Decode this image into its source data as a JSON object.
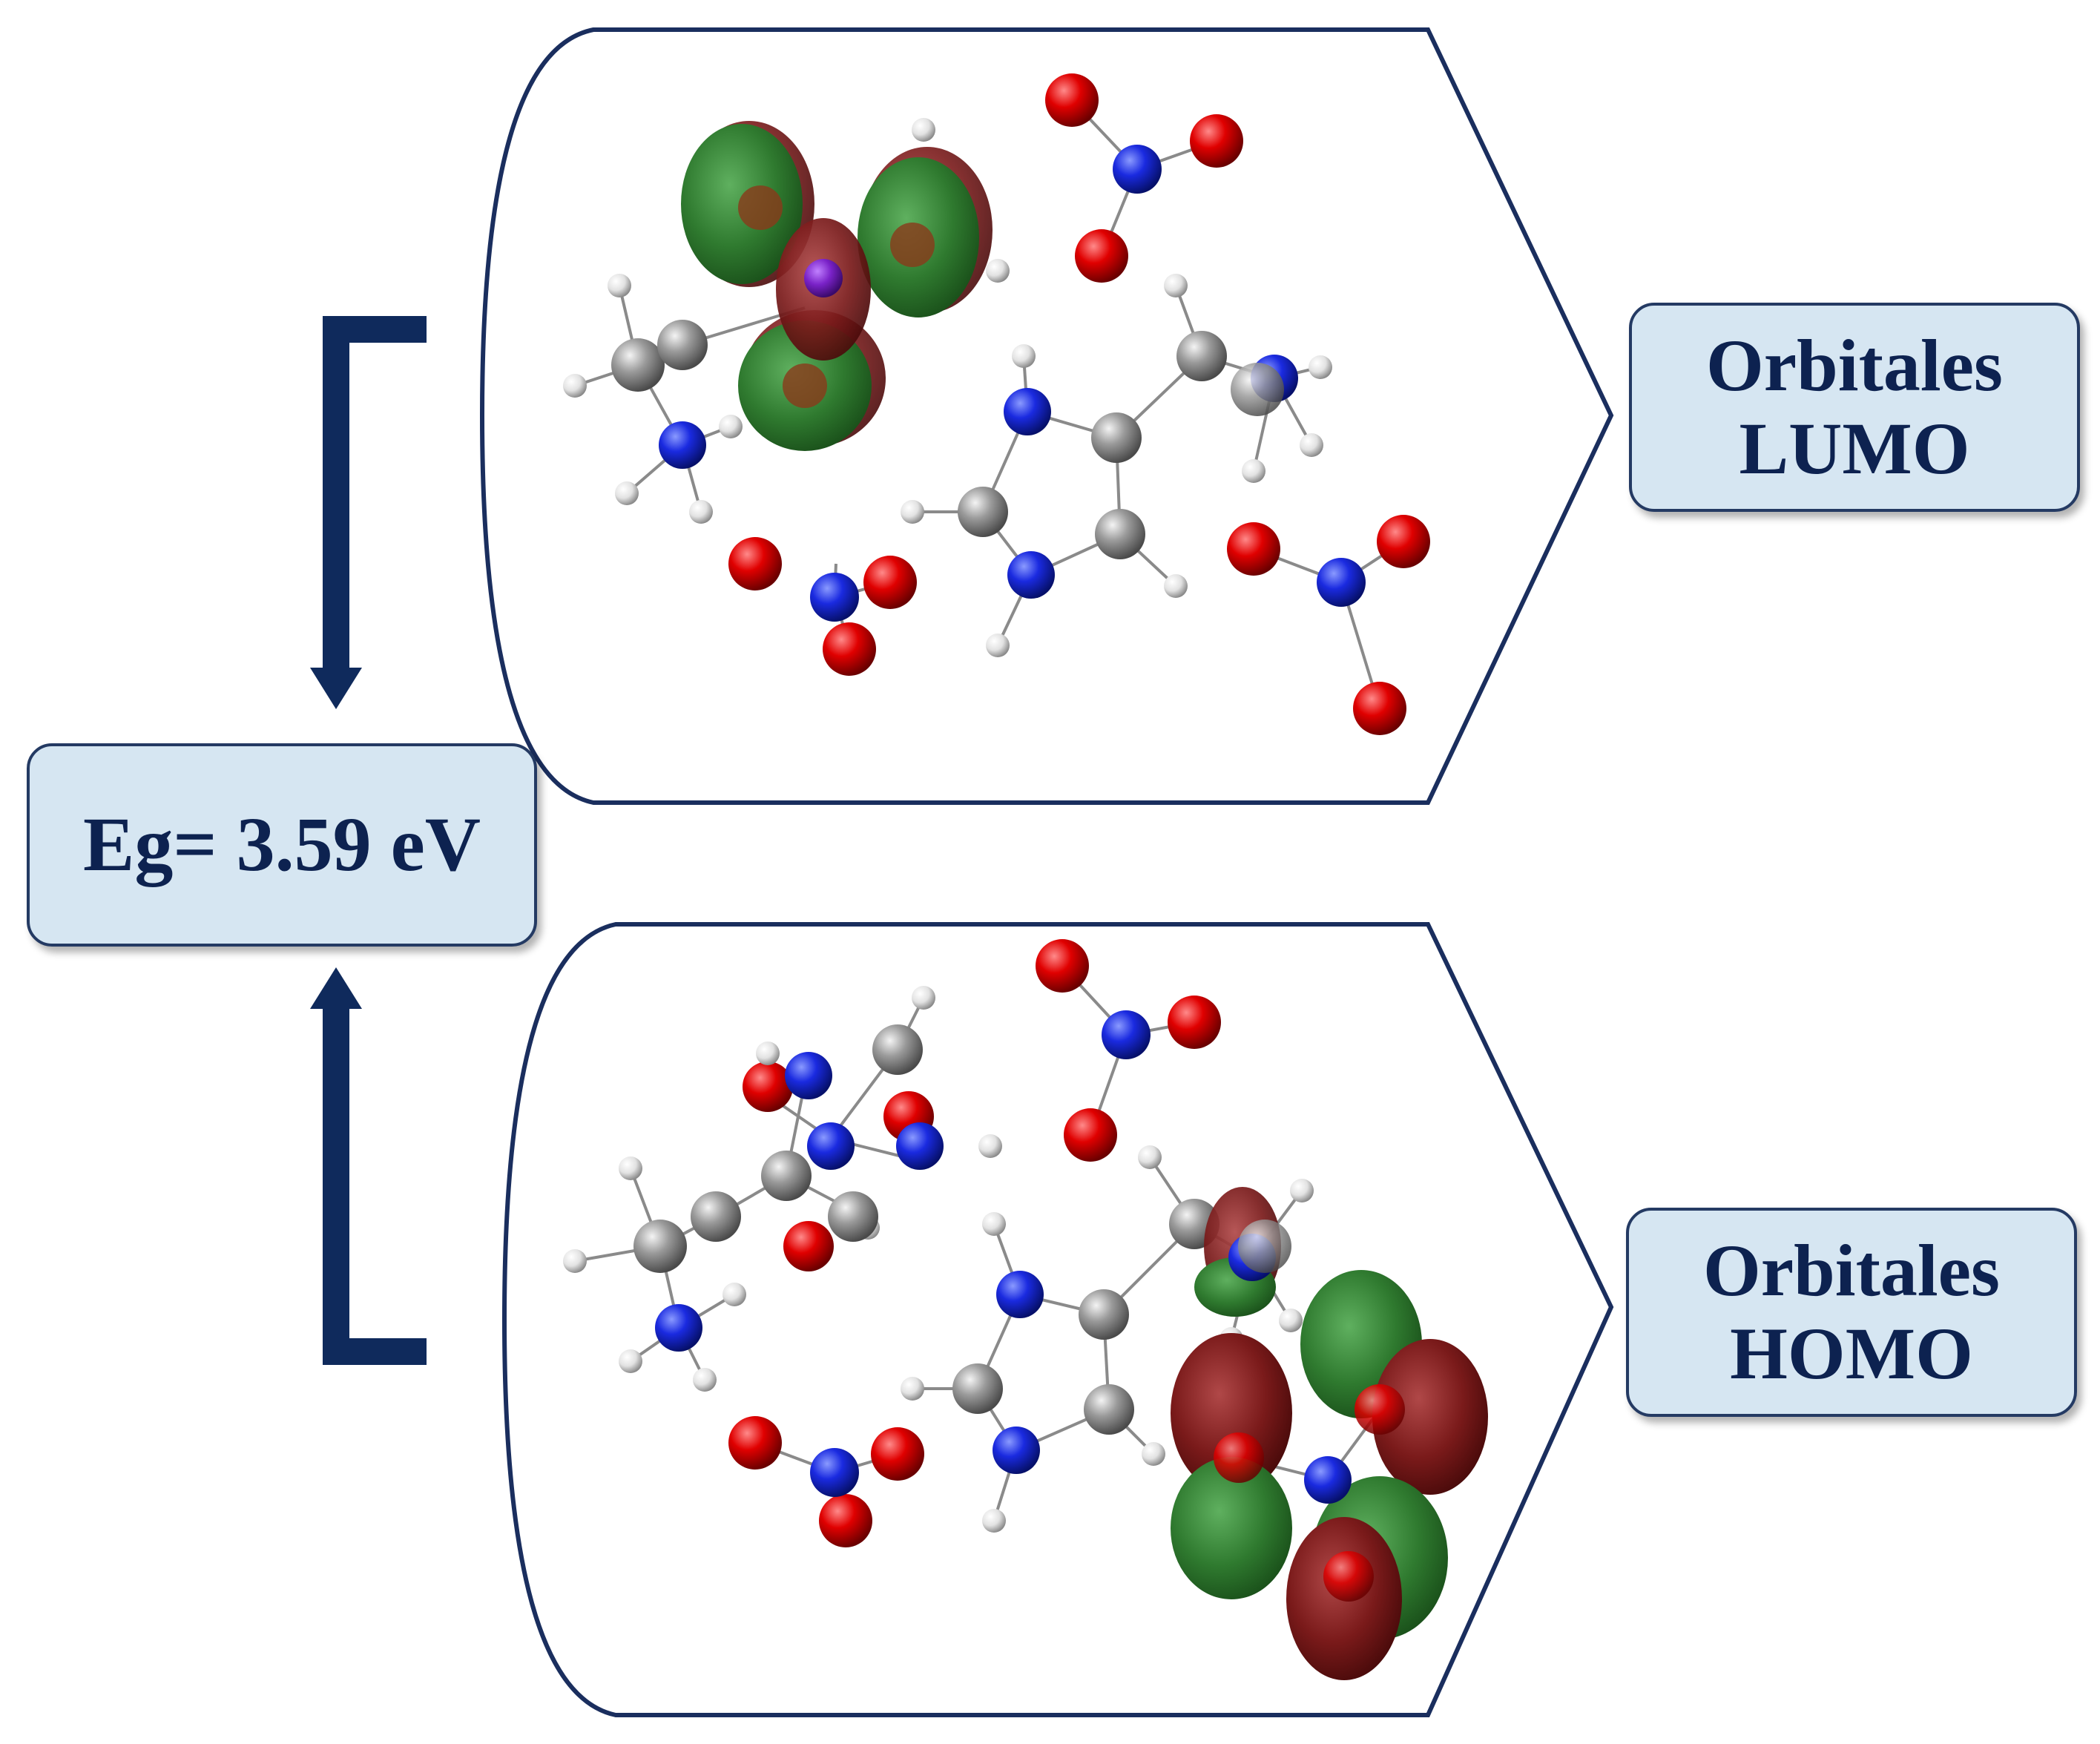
{
  "energy_gap": {
    "label": "Eg= 3.59 eV"
  },
  "lumo": {
    "line1": "Orbitales",
    "line2": "LUMO"
  },
  "homo": {
    "line1": "Orbitales",
    "line2": "HOMO"
  },
  "colors": {
    "frame": "#1a2e5e",
    "arrow": "#0f2a5c",
    "label_fill": "#d6e6f2",
    "label_text": "#0d2250",
    "oxygen": "#d90000",
    "nitrogen": "#1020d8",
    "carbon": "#8c8c8c",
    "hydrogen": "#e6e6e6",
    "lobe_positive": "#2f7a2f",
    "lobe_negative": "#7a1a1a"
  }
}
